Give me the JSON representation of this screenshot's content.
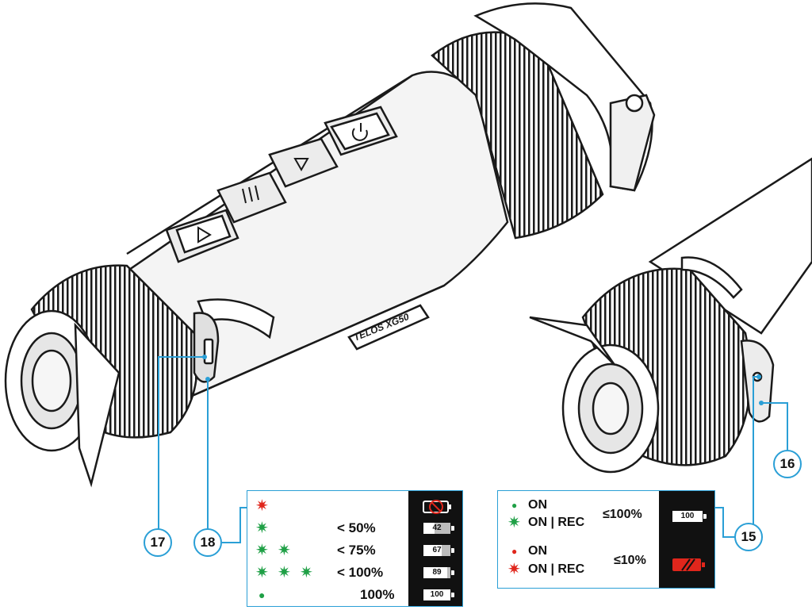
{
  "callouts": {
    "c15": "15",
    "c16": "16",
    "c17": "17",
    "c18": "18"
  },
  "device": {
    "brand_text": "TELOS XG50"
  },
  "charge_table": {
    "rows": [
      {
        "indicator": "red-blink",
        "count": 1,
        "percent": "",
        "battery": ""
      },
      {
        "indicator": "green-blink",
        "count": 1,
        "percent": "< 50%",
        "battery": "42",
        "level": 0.42
      },
      {
        "indicator": "green-blink",
        "count": 2,
        "percent": "< 75%",
        "battery": "67",
        "level": 0.67
      },
      {
        "indicator": "green-blink",
        "count": 3,
        "percent": "< 100%",
        "battery": "89",
        "level": 0.89
      },
      {
        "indicator": "green-steady",
        "count": 1,
        "percent": "100%",
        "battery": "100",
        "level": 1.0
      }
    ]
  },
  "status_table": {
    "on": "ON",
    "on_rec": "ON | REC",
    "high_pct": "≤100%",
    "low_pct": "≤10%",
    "high_battery": "100"
  },
  "colors": {
    "accent": "#2a9fd6",
    "green": "#1fa046",
    "red": "#e0261c",
    "dark": "#111111"
  },
  "icons": [
    "blink-star-icon",
    "steady-dot-icon",
    "battery-icon",
    "battery-no-charge-icon",
    "battery-low-icon",
    "usb-icon",
    "power-icon",
    "menu-icon",
    "arrow-icon"
  ]
}
